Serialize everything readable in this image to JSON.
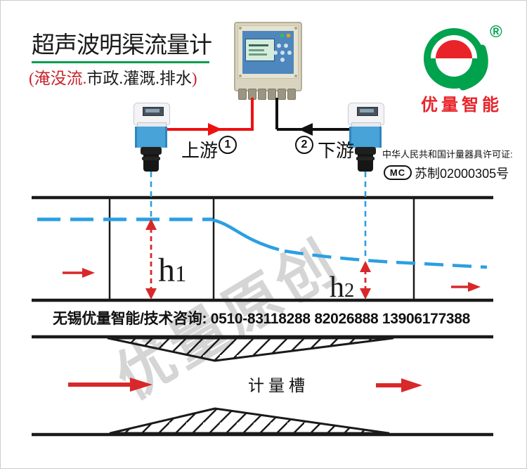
{
  "header": {
    "title": "超声波明渠流量计",
    "subtitle": {
      "open": "(淹没流.",
      "middle": "市政.灌溉.排水",
      "close": ")"
    },
    "underline_color": "#009f4d",
    "subtitle_red": "#c8242c"
  },
  "brand": {
    "registered": "®",
    "name": "优量智能",
    "green": "#00a24d",
    "red": "#e8232a"
  },
  "sensors": {
    "upstream": {
      "label": "上游",
      "number": "1"
    },
    "downstream": {
      "label": "下游",
      "number": "2"
    }
  },
  "license": {
    "line1": "中华人民共和国计量器具许可证:",
    "mark": "MC",
    "number": "苏制02000305号"
  },
  "channel": {
    "h1": {
      "letter": "h",
      "digit": "1"
    },
    "h2": {
      "letter": "h",
      "digit": "2"
    },
    "flume_label": "计量槽",
    "water_color": "#2b9fe2",
    "annotation_red": "#d8282a",
    "wire_red": "#ee1111",
    "line_color": "#1a1a1a"
  },
  "contact": {
    "text": "无锡优量智能/技术咨询: 0510-83118288  82026888 13906177388"
  },
  "watermark": {
    "text": "优量原创"
  }
}
